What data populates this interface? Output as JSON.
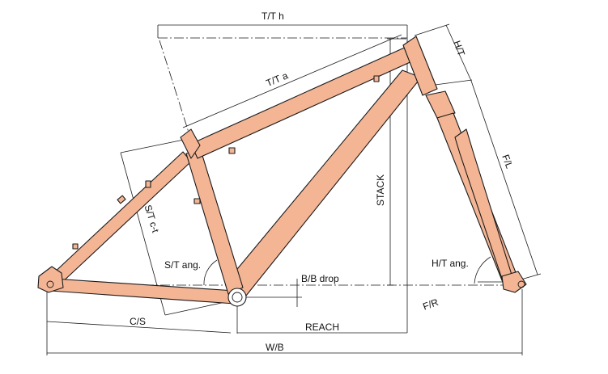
{
  "labels": {
    "tt_h": "T/T h",
    "tt_a": "T/T a",
    "ht": "H/T",
    "fl": "F/L",
    "stack": "STACK",
    "st_ct": "S/T c-t",
    "st_ang": "S/T ang.",
    "bb_drop": "B/B drop",
    "ht_ang": "H/T ang.",
    "fr": "F/R",
    "cs": "C/S",
    "reach": "REACH",
    "wb": "W/B"
  },
  "colors": {
    "frame_fill": "#f4b595",
    "line": "#1a1a1a",
    "background": "#ffffff"
  }
}
